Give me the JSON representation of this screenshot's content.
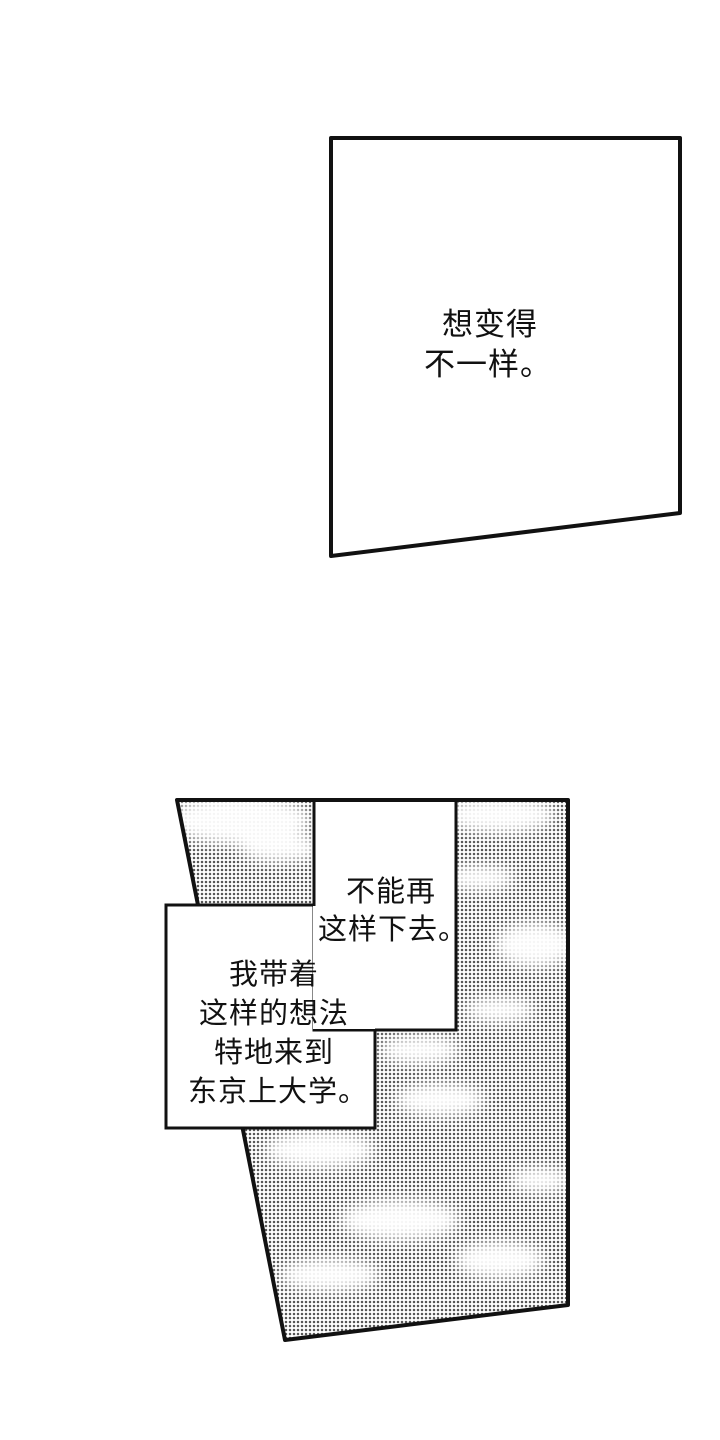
{
  "panel_top": {
    "caption_lines": [
      "想变得",
      "不一样。"
    ]
  },
  "panel_bottom": {
    "caption_upper_lines": [
      "不能再",
      "这样下去。"
    ],
    "caption_lower_lines": [
      "我带着",
      "这样的想法",
      "特地来到",
      "东京上大学。"
    ]
  },
  "colors": {
    "ink": "#111111",
    "paper": "#ffffff",
    "screentone": "#9a9a9a"
  }
}
